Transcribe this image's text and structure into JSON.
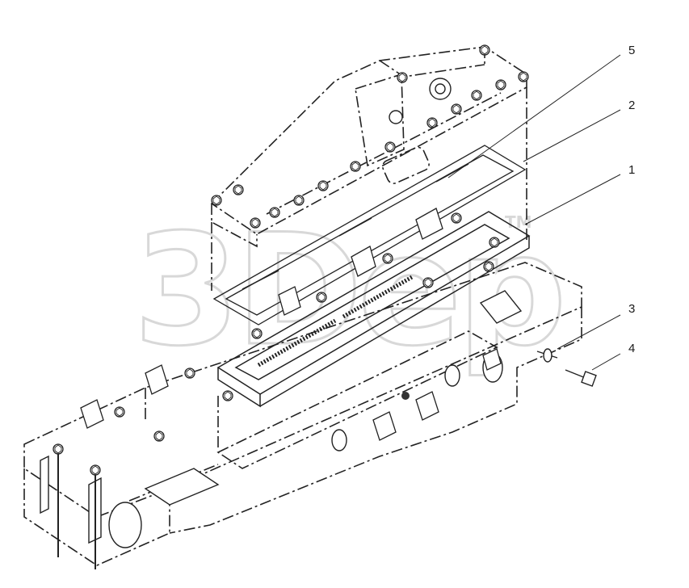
{
  "watermark": {
    "text": "3Dep",
    "mark": "TM"
  },
  "callouts": [
    {
      "id": "5",
      "label": "5"
    },
    {
      "id": "2",
      "label": "2"
    },
    {
      "id": "1",
      "label": "1"
    },
    {
      "id": "3",
      "label": "3"
    },
    {
      "id": "4",
      "label": "4"
    }
  ],
  "colors": {
    "line": "#1f1f1f",
    "watermark": "#d4d4d4",
    "background": "#ffffff"
  }
}
